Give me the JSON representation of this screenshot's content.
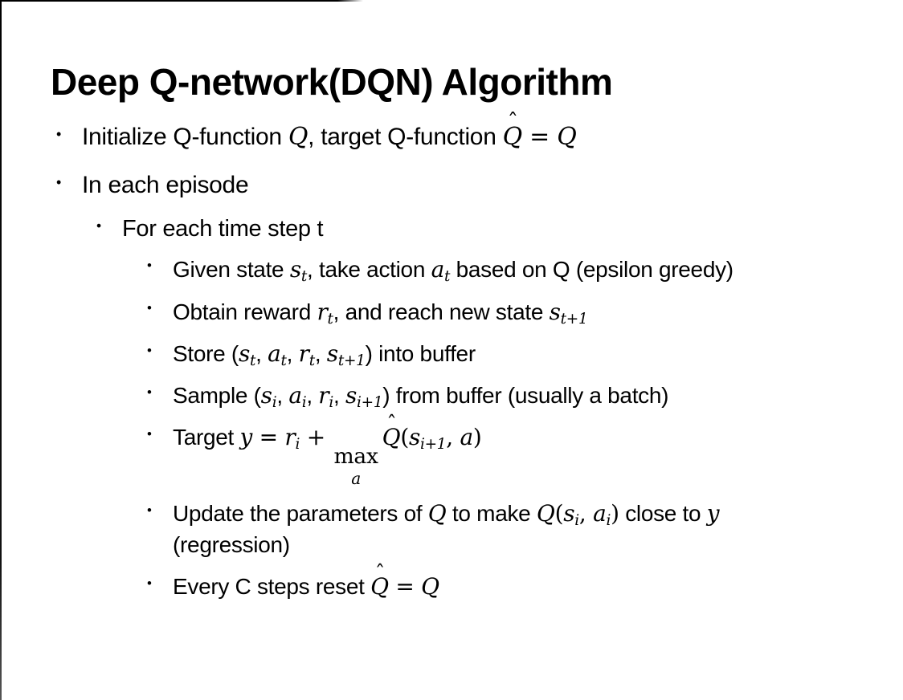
{
  "theme": {
    "background": "#ffffff",
    "text_color": "#000000",
    "frame_color": "#000000"
  },
  "slide": {
    "title": "Deep Q-network(DQN) Algorithm",
    "bullet_glyph": "•",
    "bullets": [
      {
        "level": 1,
        "segments": [
          {
            "t": "text",
            "v": "Initialize Q-function "
          },
          {
            "t": "m",
            "v": "Q"
          },
          {
            "t": "text",
            "v": ", target Q-function "
          },
          {
            "t": "mh",
            "v": "Q",
            "hat": "ˆ"
          },
          {
            "t": "mr",
            "v": " = "
          },
          {
            "t": "m",
            "v": "Q"
          }
        ]
      },
      {
        "level": 1,
        "segments": [
          {
            "t": "text",
            "v": "In each episode"
          }
        ]
      },
      {
        "level": 2,
        "segments": [
          {
            "t": "text",
            "v": "For each time step t"
          }
        ]
      },
      {
        "level": 3,
        "segments": [
          {
            "t": "text",
            "v": "Given state "
          },
          {
            "t": "ms",
            "b": "s",
            "s": "t"
          },
          {
            "t": "text",
            "v": ", take action "
          },
          {
            "t": "ms",
            "b": "a",
            "s": "t"
          },
          {
            "t": "text",
            "v": " based on Q (epsilon greedy)"
          }
        ]
      },
      {
        "level": 3,
        "segments": [
          {
            "t": "text",
            "v": "Obtain reward "
          },
          {
            "t": "ms",
            "b": "r",
            "s": "t"
          },
          {
            "t": "text",
            "v": ", and reach new state "
          },
          {
            "t": "ms",
            "b": "s",
            "s": "t+1"
          }
        ]
      },
      {
        "level": 3,
        "segments": [
          {
            "t": "text",
            "v": "Store ("
          },
          {
            "t": "ms",
            "b": "s",
            "s": "t"
          },
          {
            "t": "text",
            "v": ", "
          },
          {
            "t": "ms",
            "b": "a",
            "s": "t"
          },
          {
            "t": "text",
            "v": ", "
          },
          {
            "t": "ms",
            "b": "r",
            "s": "t"
          },
          {
            "t": "text",
            "v": ", "
          },
          {
            "t": "ms",
            "b": "s",
            "s": "t+1"
          },
          {
            "t": "text",
            "v": ") into buffer"
          }
        ]
      },
      {
        "level": 3,
        "segments": [
          {
            "t": "text",
            "v": "Sample ("
          },
          {
            "t": "ms",
            "b": "s",
            "s": "i"
          },
          {
            "t": "text",
            "v": ", "
          },
          {
            "t": "ms",
            "b": "a",
            "s": "i"
          },
          {
            "t": "text",
            "v": ", "
          },
          {
            "t": "ms",
            "b": "r",
            "s": "i"
          },
          {
            "t": "text",
            "v": ", "
          },
          {
            "t": "ms",
            "b": "s",
            "s": "i+1"
          },
          {
            "t": "text",
            "v": ") from buffer (usually a batch)"
          }
        ]
      },
      {
        "level": 3,
        "segments": [
          {
            "t": "text",
            "v": "Target "
          },
          {
            "t": "m",
            "v": "y"
          },
          {
            "t": "mr",
            "v": " = "
          },
          {
            "t": "ms",
            "b": "r",
            "s": "i"
          },
          {
            "t": "mr",
            "v": " + "
          },
          {
            "t": "mu",
            "top": "max",
            "under": "a"
          },
          {
            "t": "mh",
            "v": "Q",
            "hat": "ˆ"
          },
          {
            "t": "mr",
            "v": "("
          },
          {
            "t": "ms",
            "b": "s",
            "s": "i+1"
          },
          {
            "t": "mr",
            "v": ", "
          },
          {
            "t": "m",
            "v": "a"
          },
          {
            "t": "mr",
            "v": ")"
          }
        ]
      },
      {
        "level": 3,
        "segments": [
          {
            "t": "text",
            "v": "Update the parameters of "
          },
          {
            "t": "m",
            "v": "Q"
          },
          {
            "t": "text",
            "v": " to make "
          },
          {
            "t": "m",
            "v": "Q"
          },
          {
            "t": "mr",
            "v": "("
          },
          {
            "t": "ms",
            "b": "s",
            "s": "i"
          },
          {
            "t": "mr",
            "v": ", "
          },
          {
            "t": "ms",
            "b": "a",
            "s": "i"
          },
          {
            "t": "mr",
            "v": ")"
          },
          {
            "t": "text",
            "v": " close to "
          },
          {
            "t": "m",
            "v": "y"
          },
          {
            "t": "text",
            "v": " (regression)"
          }
        ]
      },
      {
        "level": 3,
        "segments": [
          {
            "t": "text",
            "v": "Every C steps reset "
          },
          {
            "t": "mh",
            "v": "Q",
            "hat": "ˆ"
          },
          {
            "t": "mr",
            "v": " = "
          },
          {
            "t": "m",
            "v": "Q"
          }
        ]
      }
    ]
  }
}
